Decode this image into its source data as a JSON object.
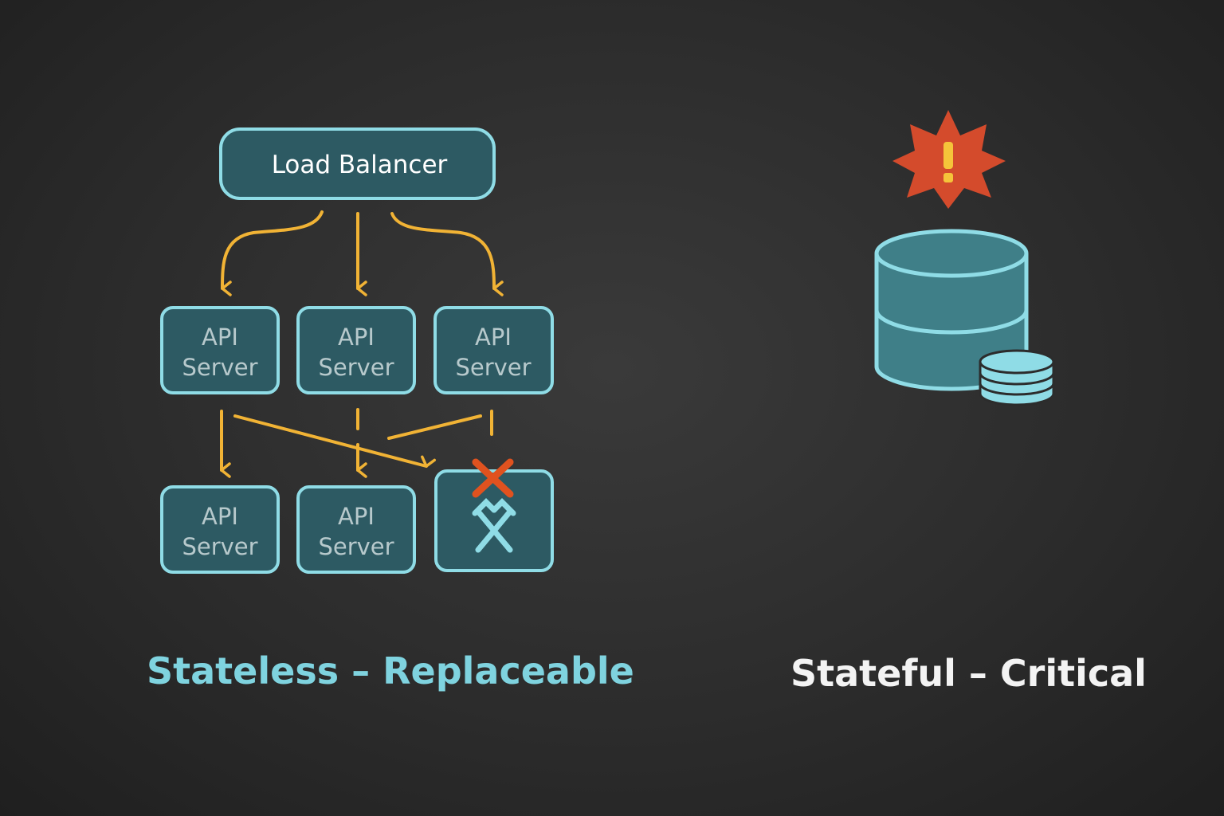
{
  "colors": {
    "background": "#2c2c2c",
    "box_fill": "#2d5a63",
    "box_stroke": "#8fdce6",
    "arrow": "#f1b335",
    "failure_x": "#e0521f",
    "warning_burst": "#d44b2c",
    "warning_mark": "#f5c43a",
    "db_fill": "#3f7f88",
    "caption_stateless": "#7fd3df",
    "caption_stateful": "#f3f3f3"
  },
  "load_balancer": {
    "label": "Load Balancer"
  },
  "api_servers": {
    "top_row": [
      {
        "line1": "API",
        "line2": "Server"
      },
      {
        "line1": "API",
        "line2": "Server"
      },
      {
        "line1": "API",
        "line2": "Server"
      }
    ],
    "bottom_row": [
      {
        "line1": "API",
        "line2": "Server"
      },
      {
        "line1": "API",
        "line2": "Server"
      }
    ],
    "failed_server_icon": "tools-replace-icon",
    "failed_marker_icon": "red-x-icon"
  },
  "database": {
    "icon": "database-icon",
    "replica_icon": "small-database-icon",
    "alert_icon": "warning-burst-icon"
  },
  "captions": {
    "stateless": "Stateless – Replaceable",
    "stateful": "Stateful – Critical"
  }
}
